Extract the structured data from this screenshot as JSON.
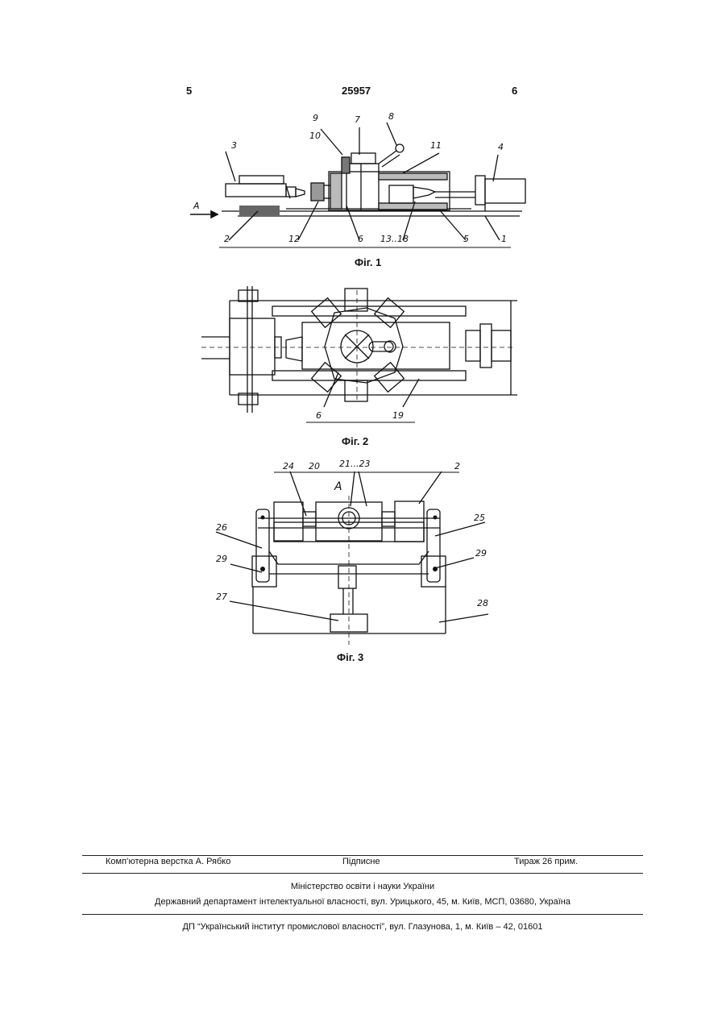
{
  "header": {
    "page_left": "5",
    "patent_number": "25957",
    "page_right": "6"
  },
  "fig1": {
    "caption": "Фіг. 1",
    "arrow_label": "А",
    "labels": [
      "9",
      "10",
      "7",
      "8",
      "3",
      "11",
      "4",
      "2",
      "12",
      "6",
      "13..18",
      "5",
      "1"
    ]
  },
  "fig2": {
    "caption": "Фіг. 2",
    "labels": [
      "6",
      "19"
    ]
  },
  "fig3": {
    "caption": "Фіг. 3",
    "labels": [
      "24",
      "20",
      "21...23",
      "2",
      "А",
      "26",
      "25",
      "29",
      "29",
      "27",
      "28"
    ]
  },
  "footer": {
    "layout": "Комп’ютерна верстка А. Рябко",
    "signed": "Підписне",
    "circulation": "Тираж 26 прим.",
    "ministry": "Міністерство освіти і науки України",
    "department": "Державний департамент інтелектуальної власності, вул. Урицького, 45, м. Київ, МСП, 03680, Україна",
    "institute": "ДП “Український інститут промислової власності”, вул. Глазунова, 1, м. Київ – 42, 01601"
  }
}
